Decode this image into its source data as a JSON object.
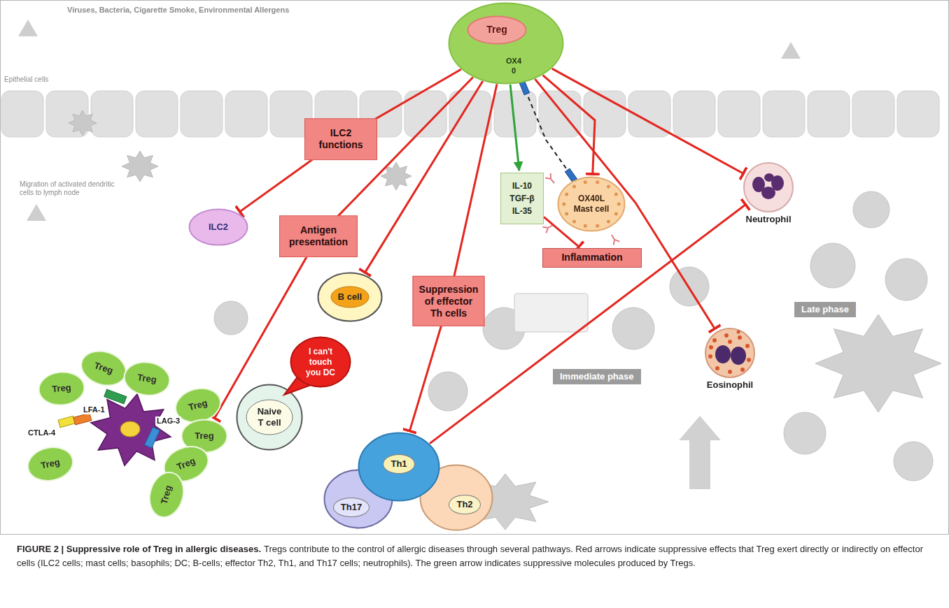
{
  "diagram": {
    "title": "FIGURE 2 | Suppressive role of Treg in allergic diseases.",
    "caption": "Tregs contribute to the control of allergic diseases through several pathways. Red arrows indicate suppressive effects that Treg exert directly or indirectly on effector cells (ILC2 cells; mast cells; basophils; DC; B-cells; effector Th2, Th1, and Th17 cells; neutrophils). The green arrow indicates suppressive molecules produced by Tregs.",
    "nodes": [
      {
        "text": [
          "OX4 0"
        ]
      },
      {
        "text": [
          "Treg"
        ],
        "in": 0
      },
      {
        "text": [
          "ILC2"
        ]
      },
      {
        "text": [
          "B cell"
        ]
      },
      {
        "text": [
          "IL-10 TGF-β IL-35"
        ]
      },
      {
        "text": [
          "OX40L",
          "Mast cell"
        ]
      },
      {
        "text": [
          "Inflammation"
        ]
      },
      {
        "text": [
          "Neutrophil"
        ]
      },
      {
        "text": [
          "Eosinophil"
        ]
      },
      {
        "text": [
          "Treg"
        ]
      },
      {
        "text": [
          "Treg"
        ]
      },
      {
        "text": [
          "Treg"
        ]
      },
      {
        "text": [
          "Treg"
        ]
      },
      {
        "text": [
          "Treg"
        ]
      },
      {
        "text": [
          "Treg"
        ]
      },
      {
        "text": [
          "Treg"
        ]
      },
      {
        "text": [
          "Treg"
        ]
      },
      {
        "text": [
          "Naive T cell"
        ]
      },
      {
        "text": [
          "I can't touch you DC"
        ]
      },
      {
        "text": [
          "Th17"
        ]
      },
      {
        "text": [
          "Th2"
        ]
      },
      {
        "text": [
          "Th1"
        ]
      }
    ],
    "edges": [
      {
        "from": 0,
        "to": 2,
        "label": "ILC2 functions",
        "arrow": "to"
      },
      {
        "from": 0,
        "to": 14,
        "label": "Antigen presentation",
        "arrow": "to"
      },
      {
        "from": 0,
        "to": 3,
        "arrow": "to"
      },
      {
        "from": 0,
        "to": 21,
        "label": "Suppression of effector Th cells",
        "arrow": "to"
      },
      {
        "from": 0,
        "to": 4,
        "arrow": "to"
      },
      {
        "from": 4,
        "to": 6,
        "arrow": "to"
      },
      {
        "from": 0,
        "to": 5,
        "arrow": "to"
      },
      {
        "from": 0,
        "to": 5,
        "arrow": "none"
      },
      {
        "from": 0,
        "to": 8,
        "arrow": "to"
      },
      {
        "from": 0,
        "to": 7,
        "arrow": "to"
      },
      {
        "from": 21,
        "to": 7,
        "arrow": "to"
      }
    ],
    "labels": [
      "Viruses, Bacteria, Cigarette Smoke, Environmental Allergens",
      "Epithelial cells",
      "Migration of activated dendritic cells to lymph node",
      "Immediate phase",
      "Late phase",
      "LFA-1",
      "CTLA-4",
      "LAG-3"
    ]
  }
}
